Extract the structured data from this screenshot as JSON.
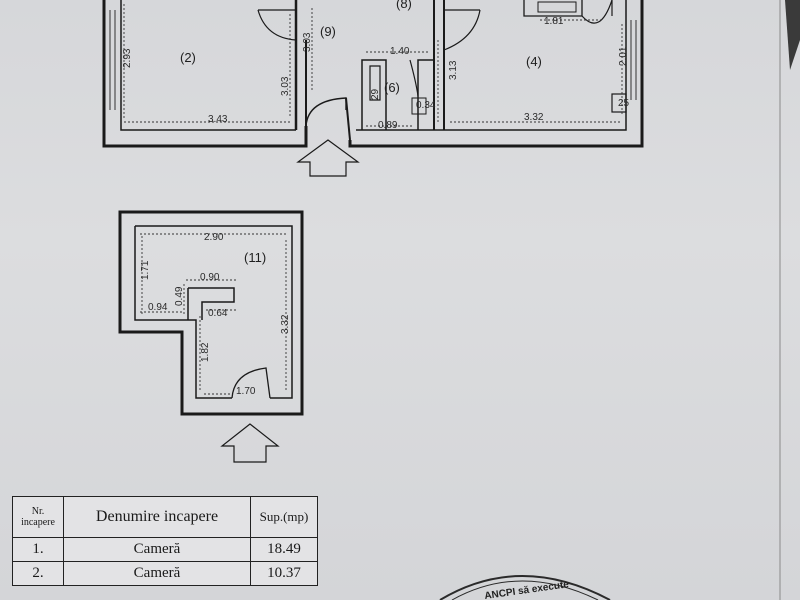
{
  "plan": {
    "rooms": {
      "r2": "(2)",
      "r4": "(4)",
      "r6": "(6)",
      "r8": "(8)",
      "r9": "(9)",
      "r11": "(11)"
    },
    "dims": {
      "d293": "2.93",
      "d303a": "3.03",
      "d303b": "3.03",
      "d343": "3.43",
      "d140": "1.40",
      "d313": "3.13",
      "d181": "1.81",
      "d201": "2.01",
      "d332": "3.32",
      "d089": "0.89",
      "d29": "29",
      "d034": "0.34",
      "d25": "25",
      "d290": "2.90",
      "d171": "1.71",
      "d090": "0.90",
      "d094": "0.94",
      "d049": "0.49",
      "d064": "0.64",
      "d332b": "3.32",
      "d182": "1.82",
      "d170": "1.70"
    }
  },
  "table": {
    "headers": {
      "nr": "Nr.",
      "nr2": "incapere",
      "name": "Denumire incapere",
      "sup": "Sup.(mp)"
    },
    "rows": [
      {
        "nr": "1.",
        "name": "Cameră",
        "sup": "18.49"
      },
      {
        "nr": "2.",
        "name": "Cameră",
        "sup": "10.37"
      }
    ]
  },
  "stamp": {
    "text": "ANCPI să execute"
  }
}
